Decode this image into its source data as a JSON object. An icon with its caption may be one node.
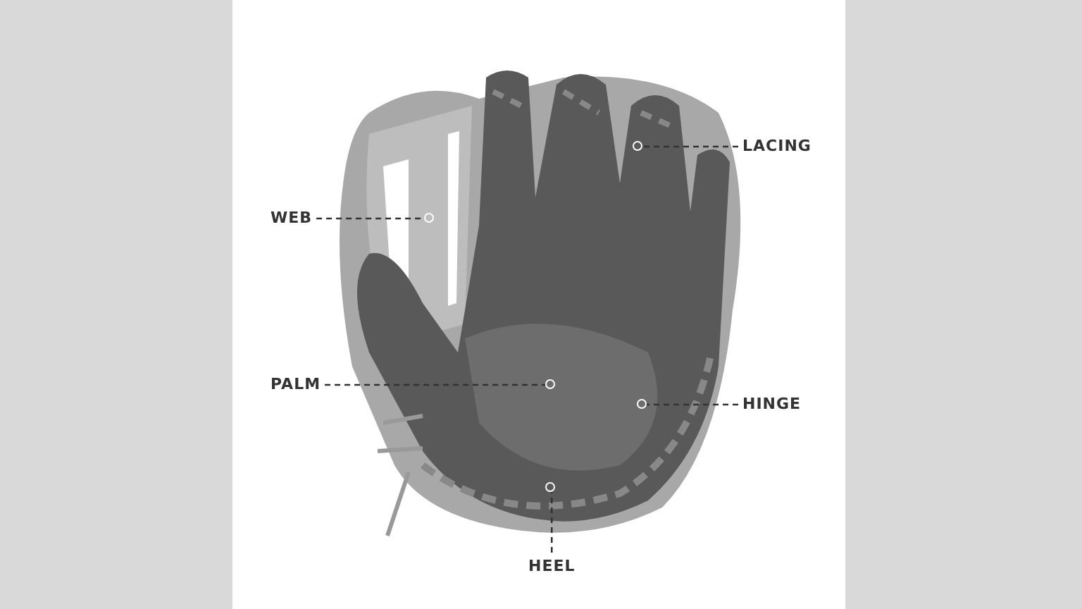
{
  "diagram": {
    "nodes": [
      {
        "text": [
          "WEB"
        ]
      },
      {
        "text": [],
        "shape": "circle"
      },
      {
        "text": [
          "LACING"
        ]
      },
      {
        "text": [],
        "shape": "circle"
      },
      {
        "text": [
          "PALM"
        ]
      },
      {
        "text": [],
        "shape": "circle"
      },
      {
        "text": [
          "HINGE"
        ]
      },
      {
        "text": [],
        "shape": "circle"
      },
      {
        "text": [],
        "shape": "circle"
      },
      {
        "text": [
          "HEEL"
        ]
      }
    ],
    "edges": [
      {
        "from": 0,
        "to": 1,
        "arrow": "none",
        "style": "dashed"
      },
      {
        "from": 2,
        "to": 3,
        "arrow": "none",
        "style": "dashed"
      },
      {
        "from": 4,
        "to": 5,
        "arrow": "none",
        "style": "dashed"
      },
      {
        "from": 6,
        "to": 7,
        "arrow": "none",
        "style": "dashed"
      },
      {
        "from": 9,
        "to": 8,
        "arrow": "none",
        "style": "dashed"
      }
    ]
  }
}
